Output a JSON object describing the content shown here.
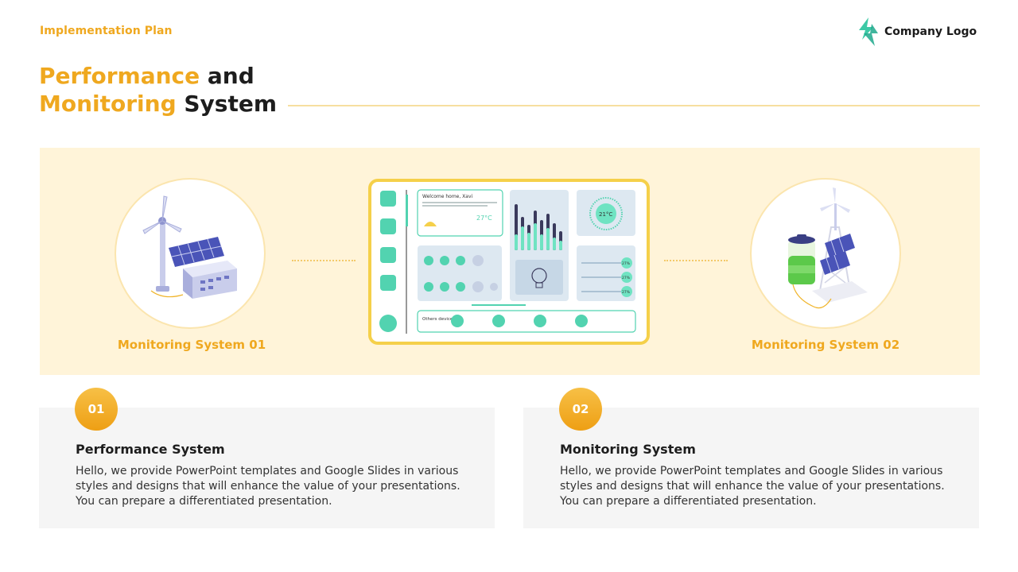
{
  "header": {
    "kicker": "Implementation Plan",
    "title_accent_1": "Performance",
    "title_rest_1": " and",
    "title_accent_2": "Monitoring",
    "title_rest_2": " System",
    "logo_text": "Company Logo"
  },
  "systems": [
    {
      "label": "Monitoring System 01",
      "icon": "wind-solar-battery-illustration"
    },
    {
      "label": "Monitoring System 02",
      "icon": "solar-tower-battery-illustration"
    }
  ],
  "dashboard": {
    "welcome": "Welcome home, Xavi",
    "temperature": "27°C",
    "thermostat": "21°C",
    "other_devices": "Others devices",
    "levels": [
      "27%",
      "27%",
      "27%"
    ]
  },
  "cards": [
    {
      "number": "01",
      "title": "Performance System",
      "text": "Hello, we provide PowerPoint templates and Google Slides in various styles and designs that will enhance the value of your presentations. You can prepare a differentiated presentation."
    },
    {
      "number": "02",
      "title": "Monitoring System",
      "text": "Hello, we provide PowerPoint templates and Google Slides in various styles and designs that will enhance the value of your presentations. You can prepare a differentiated presentation."
    }
  ],
  "colors": {
    "accent": "#EFA81F",
    "band": "#FFF4D9",
    "teal": "#52D3B0",
    "card": "#F5F5F5"
  }
}
